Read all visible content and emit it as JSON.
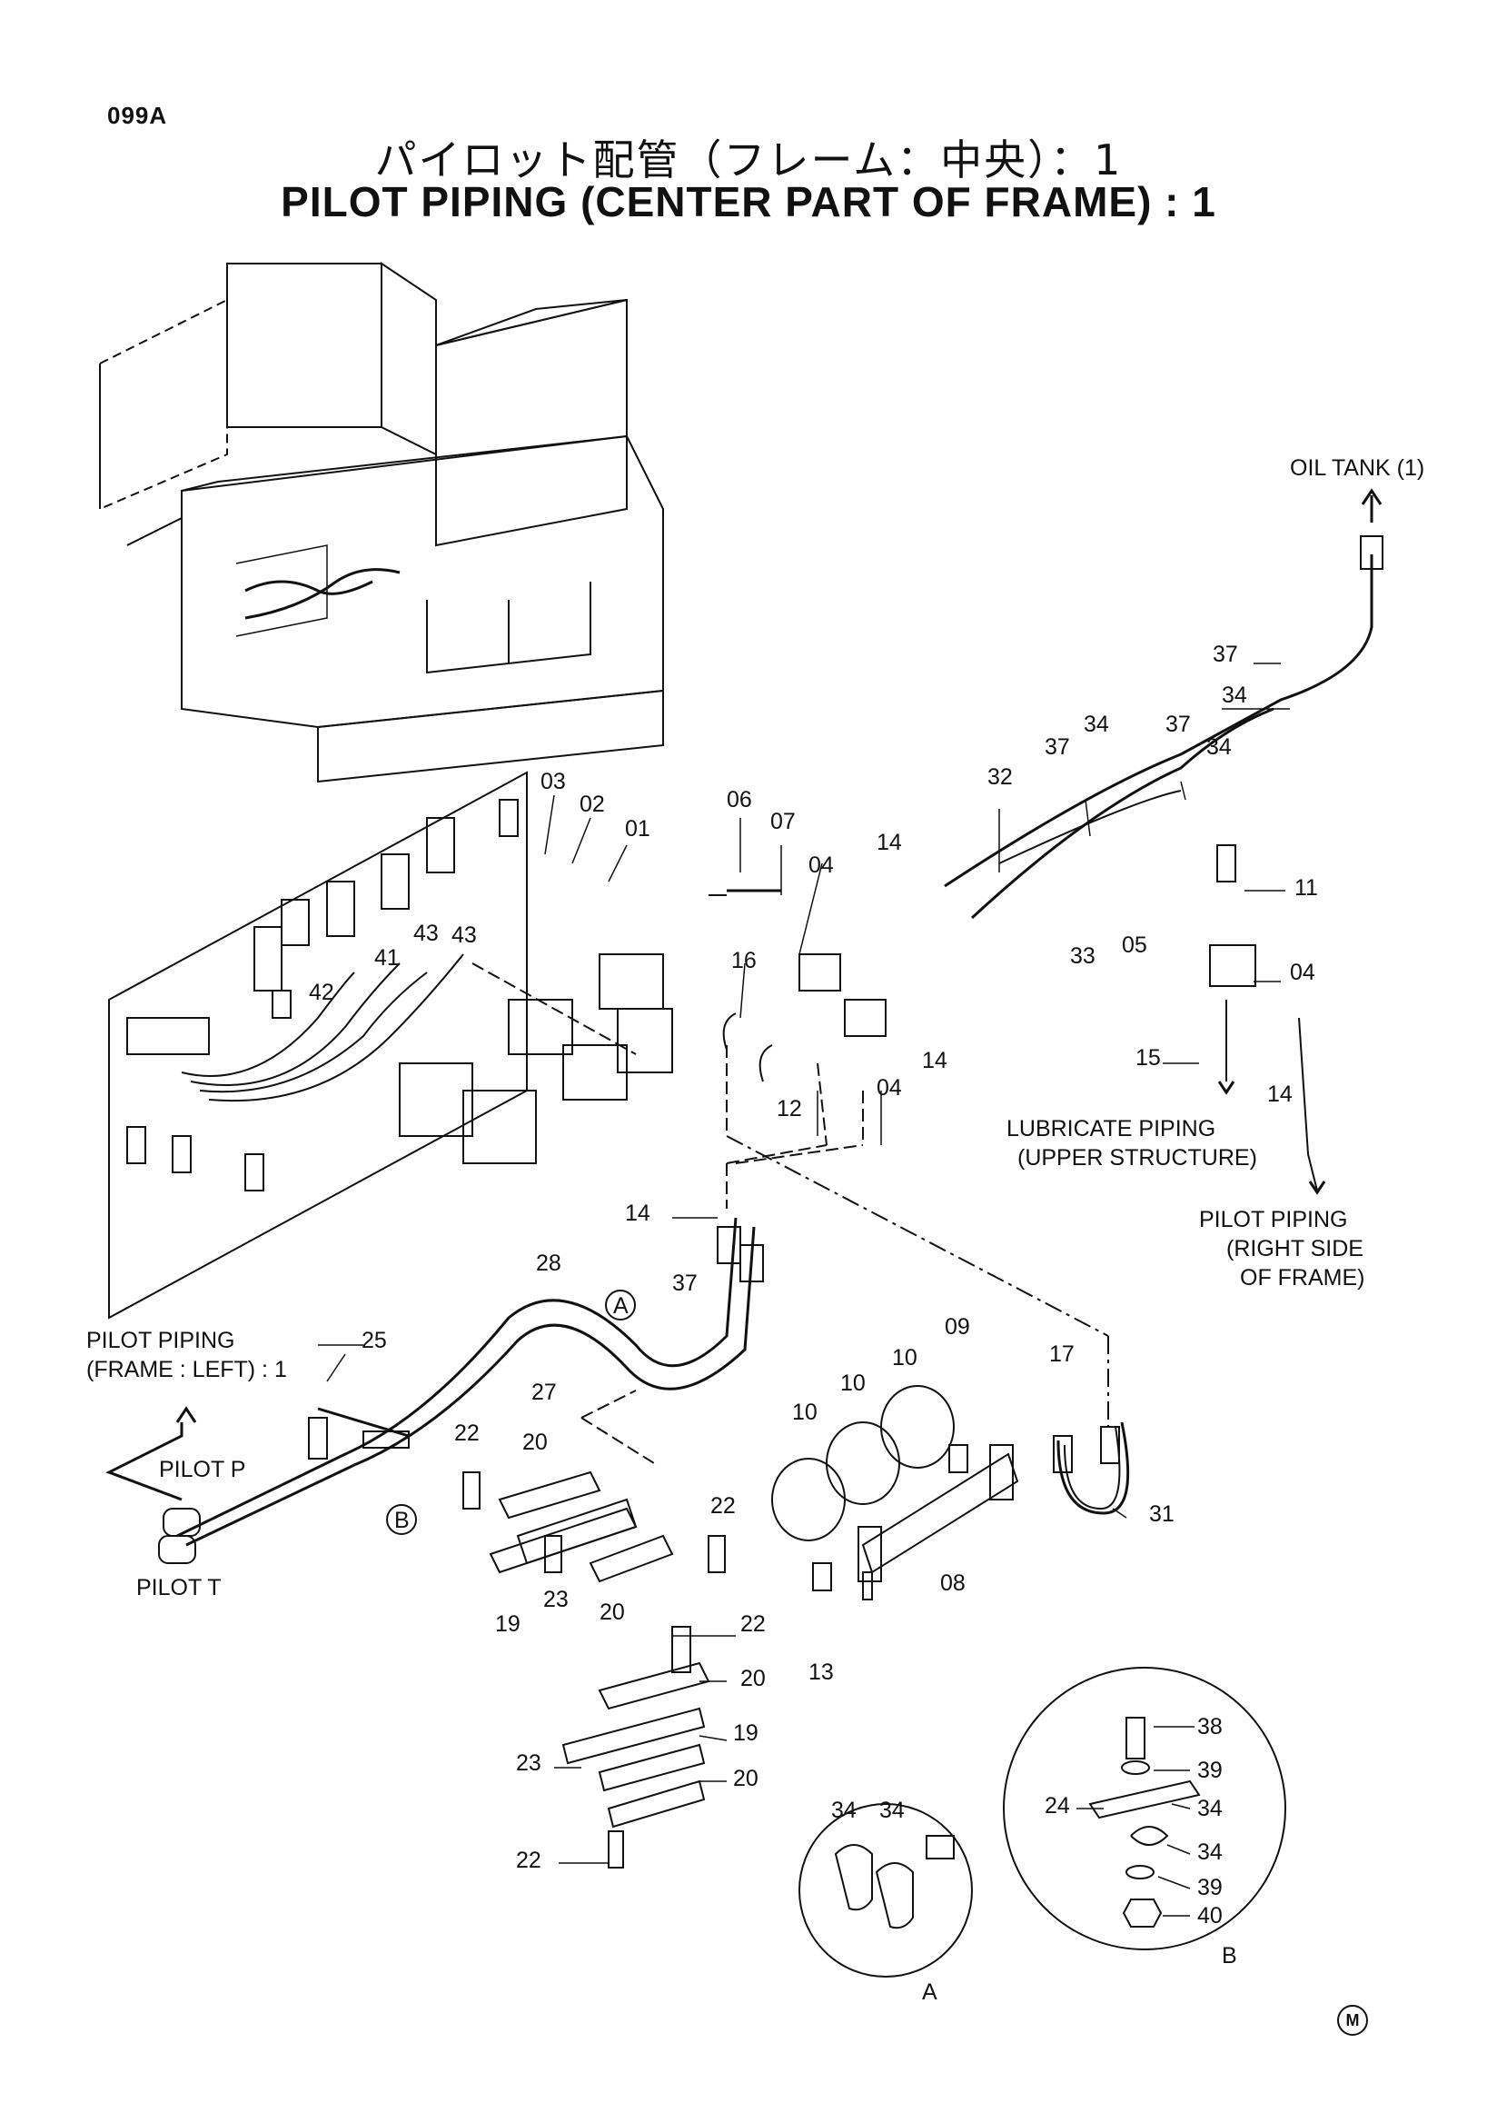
{
  "header": {
    "page_code": "099A",
    "title_jp": "パイロット配管（フレーム：中央）：1",
    "title_en": "PILOT PIPING (CENTER PART OF FRAME) : 1"
  },
  "annotations": {
    "oil_tank": "OIL TANK (1)",
    "lubricate_1": "LUBRICATE PIPING",
    "lubricate_2": "(UPPER STRUCTURE)",
    "pilot_right_1": "PILOT PIPING",
    "pilot_right_2": "(RIGHT SIDE",
    "pilot_right_3": "OF FRAME)",
    "pilot_left_1": "PILOT PIPING",
    "pilot_left_2": "(FRAME : LEFT) : 1",
    "pilot_p": "PILOT P",
    "pilot_t": "PILOT T",
    "detail_a": "A",
    "detail_b": "B",
    "callout_a": "A",
    "callout_b": "B",
    "footer_mark": "M"
  },
  "part_numbers": [
    "01",
    "02",
    "03",
    "04",
    "05",
    "06",
    "07",
    "08",
    "09",
    "10",
    "11",
    "12",
    "13",
    "14",
    "15",
    "16",
    "17",
    "19",
    "20",
    "22",
    "23",
    "24",
    "25",
    "27",
    "28",
    "31",
    "32",
    "33",
    "34",
    "37",
    "38",
    "39",
    "40",
    "41",
    "42",
    "43"
  ],
  "labels": [
    {
      "id": "l03",
      "text": "03"
    },
    {
      "id": "l02",
      "text": "02"
    },
    {
      "id": "l01",
      "text": "01"
    },
    {
      "id": "l43a",
      "text": "43"
    },
    {
      "id": "l43b",
      "text": "43"
    },
    {
      "id": "l41",
      "text": "41"
    },
    {
      "id": "l42",
      "text": "42"
    },
    {
      "id": "l06",
      "text": "06"
    },
    {
      "id": "l07",
      "text": "07"
    },
    {
      "id": "l04a",
      "text": "04"
    },
    {
      "id": "l16",
      "text": "16"
    },
    {
      "id": "l12",
      "text": "12"
    },
    {
      "id": "l04b",
      "text": "04"
    },
    {
      "id": "l14a",
      "text": "14"
    },
    {
      "id": "l14b",
      "text": "14"
    },
    {
      "id": "l32",
      "text": "32"
    },
    {
      "id": "l33",
      "text": "33"
    },
    {
      "id": "l37a",
      "text": "37"
    },
    {
      "id": "l34a",
      "text": "34"
    },
    {
      "id": "l37b",
      "text": "37"
    },
    {
      "id": "l34b",
      "text": "34"
    },
    {
      "id": "l37c",
      "text": "37"
    },
    {
      "id": "l34c",
      "text": "34"
    },
    {
      "id": "l11",
      "text": "11"
    },
    {
      "id": "l05",
      "text": "05"
    },
    {
      "id": "l04c",
      "text": "04"
    },
    {
      "id": "l15",
      "text": "15"
    },
    {
      "id": "l14c",
      "text": "14"
    },
    {
      "id": "l14d",
      "text": "14"
    },
    {
      "id": "l28",
      "text": "28"
    },
    {
      "id": "l37d",
      "text": "37"
    },
    {
      "id": "l27",
      "text": "27"
    },
    {
      "id": "l25",
      "text": "25"
    },
    {
      "id": "l22a",
      "text": "22"
    },
    {
      "id": "l20a",
      "text": "20"
    },
    {
      "id": "l22b",
      "text": "22"
    },
    {
      "id": "l19a",
      "text": "19"
    },
    {
      "id": "l23a",
      "text": "23"
    },
    {
      "id": "l20b",
      "text": "20"
    },
    {
      "id": "l22c",
      "text": "22"
    },
    {
      "id": "l20c",
      "text": "20"
    },
    {
      "id": "l19b",
      "text": "19"
    },
    {
      "id": "l23b",
      "text": "23"
    },
    {
      "id": "l20d",
      "text": "20"
    },
    {
      "id": "l22d",
      "text": "22"
    },
    {
      "id": "l10a",
      "text": "10"
    },
    {
      "id": "l10b",
      "text": "10"
    },
    {
      "id": "l10c",
      "text": "10"
    },
    {
      "id": "l09",
      "text": "09"
    },
    {
      "id": "l17",
      "text": "17"
    },
    {
      "id": "l31",
      "text": "31"
    },
    {
      "id": "l08",
      "text": "08"
    },
    {
      "id": "l13",
      "text": "13"
    },
    {
      "id": "l34d",
      "text": "34"
    },
    {
      "id": "l34e",
      "text": "34"
    },
    {
      "id": "l38",
      "text": "38"
    },
    {
      "id": "l39a",
      "text": "39"
    },
    {
      "id": "l24",
      "text": "24"
    },
    {
      "id": "l34f",
      "text": "34"
    },
    {
      "id": "l34g",
      "text": "34"
    },
    {
      "id": "l39b",
      "text": "39"
    },
    {
      "id": "l40",
      "text": "40"
    }
  ]
}
